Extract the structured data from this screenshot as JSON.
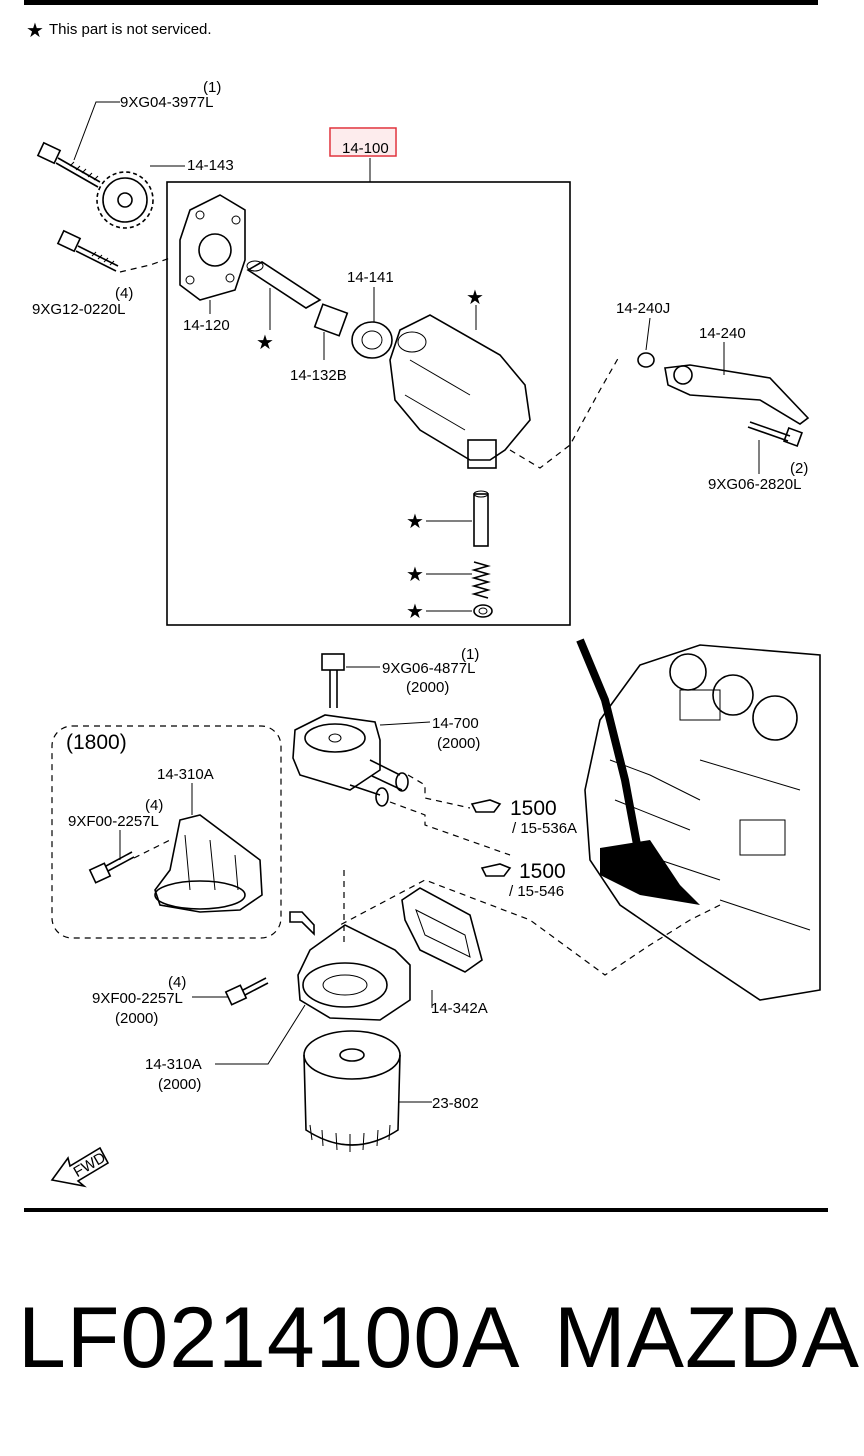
{
  "note": "This part is not serviced.",
  "highlight_color": "#e0313a",
  "main_assembly": {
    "label": "14-100",
    "parts": {
      "p14143": "14-143",
      "bolt_top": {
        "code": "9XG04-3977L",
        "qty": "(1)"
      },
      "bolt_left": {
        "code": "9XG12-0220L",
        "qty": "(4)"
      },
      "p14120": "14-120",
      "p14141": "14-141",
      "p14132b": "14-132B"
    }
  },
  "strainer": {
    "p14240j": "14-240J",
    "p14240": "14-240",
    "bolt": {
      "code": "9XG06-2820L",
      "qty": "(2)"
    }
  },
  "cooler": {
    "bolt": {
      "code": "9XG06-4877L",
      "qty": "(1)",
      "variant": "(2000)"
    },
    "p14700": {
      "code": "14-700",
      "variant": "(2000)"
    },
    "ref1": {
      "num": "1500",
      "sub": "/ 15-536A"
    },
    "ref2": {
      "num": "1500",
      "sub": "/ 15-546"
    }
  },
  "variant_1800": {
    "title": "(1800)",
    "p14310a": "14-310A",
    "bolt": {
      "code": "9XF00-2257L",
      "qty": "(4)"
    }
  },
  "filter_section": {
    "bolt": {
      "code": "9XF00-2257L",
      "qty": "(4)",
      "variant": "(2000)"
    },
    "p14310a": {
      "code": "14-310A",
      "variant": "(2000)"
    },
    "p14342a": "14-342A",
    "p23802": "23-802",
    "fwd": "FWD"
  },
  "footer": {
    "part_number": "LF0214100A",
    "brand": "MAZDA"
  }
}
